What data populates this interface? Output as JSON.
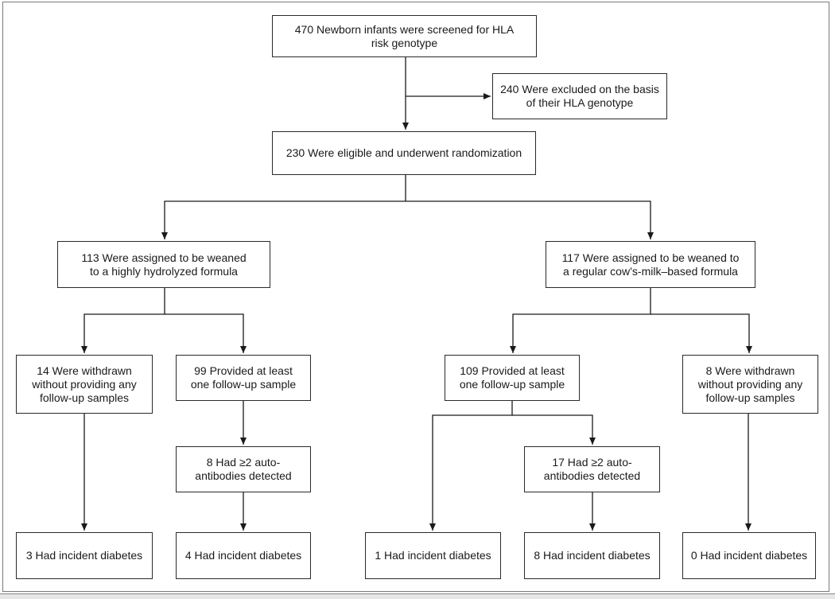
{
  "nodes": {
    "screened": "470 Newborn infants were screened for HLA\nrisk genotype",
    "excluded": "240 Were excluded on the basis\nof their HLA genotype",
    "randomized": "230 Were eligible and underwent randomization",
    "hydrolyzed": "113 Were assigned to be weaned\nto a highly hydrolyzed formula",
    "cowsmilk": "117 Were assigned to be weaned to\na regular cow’s-milk–based formula",
    "withdrawn_left": "14 Were withdrawn\nwithout providing any\nfollow-up samples",
    "followup_left": "99 Provided at least\none follow-up sample",
    "followup_right": "109 Provided at least\none follow-up sample",
    "withdrawn_right": "8 Were withdrawn\nwithout providing any\nfollow-up samples",
    "antibodies_left": "8 Had ≥2 auto-\nantibodies detected",
    "antibodies_right": "17 Had ≥2 auto-\nantibodies detected",
    "diabetes_1": "3 Had incident diabetes",
    "diabetes_2": "4 Had incident diabetes",
    "diabetes_3": "1 Had incident diabetes",
    "diabetes_4": "8 Had incident diabetes",
    "diabetes_5": "0 Had incident diabetes"
  }
}
